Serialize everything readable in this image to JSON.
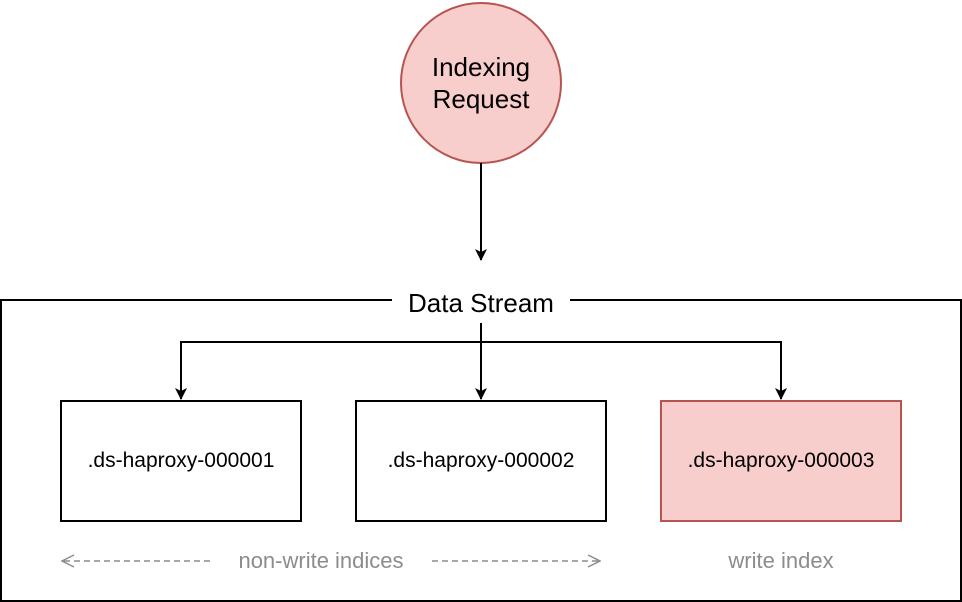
{
  "request": {
    "label": "Indexing\nRequest",
    "fill": "#f8cecc",
    "stroke": "#b85450"
  },
  "data_stream": {
    "title": "Data Stream"
  },
  "indices": [
    {
      "name": ".ds-haproxy-000001",
      "role": "non-write"
    },
    {
      "name": ".ds-haproxy-000002",
      "role": "non-write"
    },
    {
      "name": ".ds-haproxy-000003",
      "role": "write",
      "fill": "#f8cecc",
      "stroke": "#b85450"
    }
  ],
  "annotations": {
    "non_write": "non-write indices",
    "write": "write index"
  },
  "colors": {
    "line": "#000000",
    "annotation_text": "#8c8c8c",
    "annotation_arrow": "#8c8c8c"
  }
}
